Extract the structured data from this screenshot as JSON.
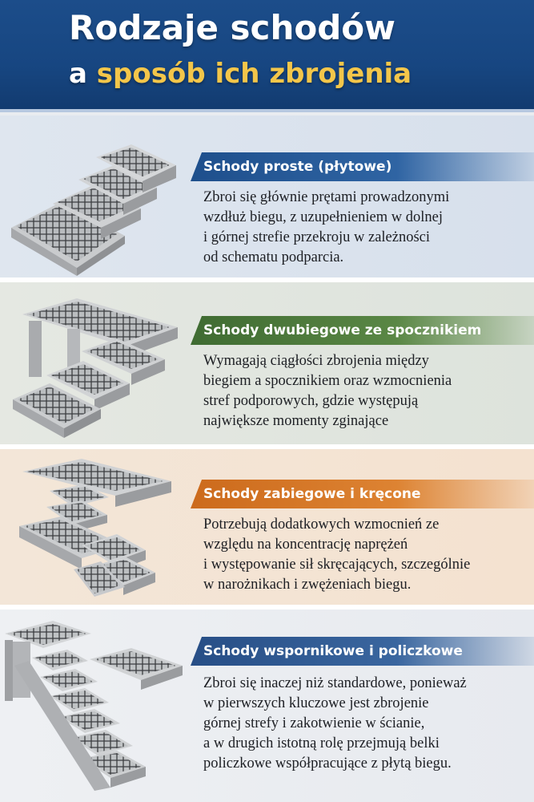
{
  "header": {
    "title_line1": "Rodzaje schodów",
    "title_line2_prefix": "a",
    "title_line2_accent": "sposób ich zbrojenia"
  },
  "colors": {
    "header_blue": "#1c4d8a",
    "accent_yellow": "#f3c64a",
    "banner_blue": "#1e4f8c",
    "banner_green": "#3f6b32",
    "banner_orange": "#cc6a1c"
  },
  "sections": [
    {
      "title": "Schody proste (płytowe)",
      "icon": "straight-stairs-illustration",
      "lines": [
        "Zbroi się głównie prętami prowadzonymi",
        "wzdłuż biegu, z uzupełnieniem w dolnej",
        "i górnej strefie przekroju w zależności",
        "od schematu podparcia."
      ]
    },
    {
      "title": "Schody dwubiegowe ze spocznikiem",
      "icon": "two-flight-stairs-illustration",
      "lines": [
        "Wymagają ciągłości zbrojenia między",
        "biegiem a spocznikiem oraz wzmocnienia",
        "stref podporowych, gdzie występują",
        "największe momenty zginające"
      ]
    },
    {
      "title": "Schody zabiegowe i kręcone",
      "icon": "winder-stairs-illustration",
      "lines": [
        "Potrzebują dodatkowych wzmocnień ze",
        "względu na koncentrację naprężeń",
        "i występowanie sił skręcających, szczególnie",
        "w narożnikach i zwężeniach biegu."
      ]
    },
    {
      "title": "Schody wspornikowe i policzkowe",
      "icon": "cantilever-stairs-illustration",
      "lines": [
        "Zbroi się inaczej niż standardowe, ponieważ",
        "w pierwszych kluczowe jest zbrojenie",
        "górnej strefy i zakotwienie w ścianie,",
        "a w drugich istotną rolę przejmują belki",
        "policzkowe współpracujące z płytą biegu."
      ]
    }
  ]
}
